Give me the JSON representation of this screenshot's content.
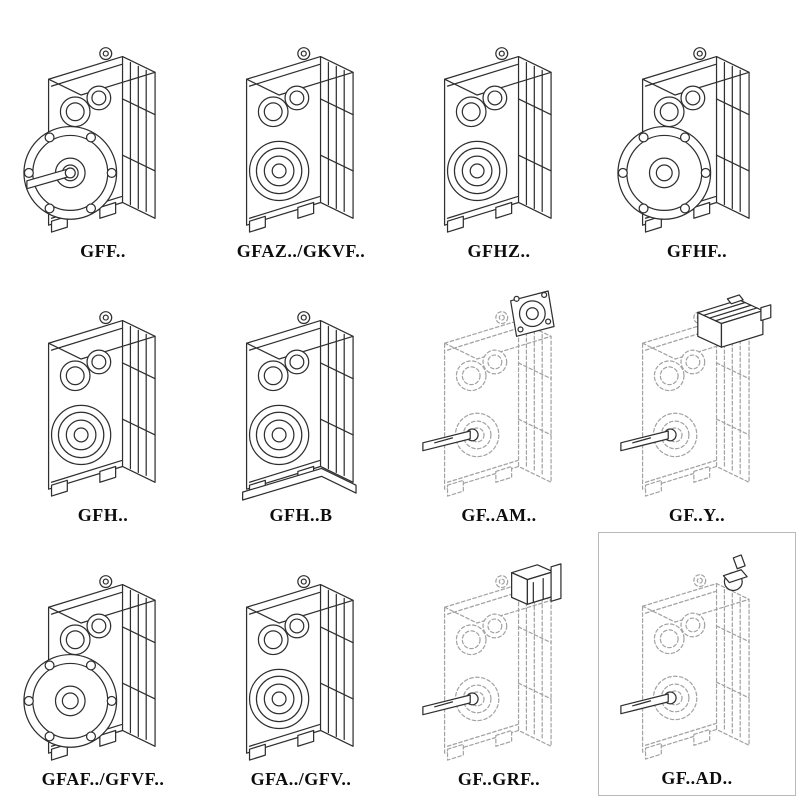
{
  "colors": {
    "background": "#ffffff",
    "solid_line": "#2f2f2f",
    "dashed_line": "#a3a3a3",
    "label_text": "#0d0d0d"
  },
  "catalog": {
    "items": [
      {
        "label": "GFF..",
        "drawing": "gearbox-output-flange-with-shaft",
        "line_style": "solid"
      },
      {
        "label": "GFAZ../GKVF..",
        "drawing": "gearbox-hollow-shaft",
        "line_style": "solid"
      },
      {
        "label": "GFHZ..",
        "drawing": "gearbox-hollow-shaft",
        "line_style": "solid"
      },
      {
        "label": "GFHF..",
        "drawing": "gearbox-output-flange",
        "line_style": "solid"
      },
      {
        "label": "GFH..",
        "drawing": "gearbox-hollow-shaft",
        "line_style": "solid"
      },
      {
        "label": "GFH..B",
        "drawing": "gearbox-hollow-shaft-with-base",
        "line_style": "solid"
      },
      {
        "label": "GF..AM..",
        "drawing": "gearbox-input-flange-adapter",
        "line_style": "dashed"
      },
      {
        "label": "GF..Y..",
        "drawing": "gearbox-with-mounted-motor",
        "line_style": "dashed"
      },
      {
        "label": "GFAF../GFVF..",
        "drawing": "gearbox-output-flange",
        "line_style": "solid"
      },
      {
        "label": "GFA../GFV..",
        "drawing": "gearbox-hollow-shaft",
        "line_style": "solid"
      },
      {
        "label": "GF..GRF..",
        "drawing": "gearbox-input-adapter",
        "line_style": "dashed"
      },
      {
        "label": "GF..AD..",
        "drawing": "gearbox-input-shaft-adapter",
        "line_style": "dashed",
        "boxed": true
      }
    ]
  }
}
